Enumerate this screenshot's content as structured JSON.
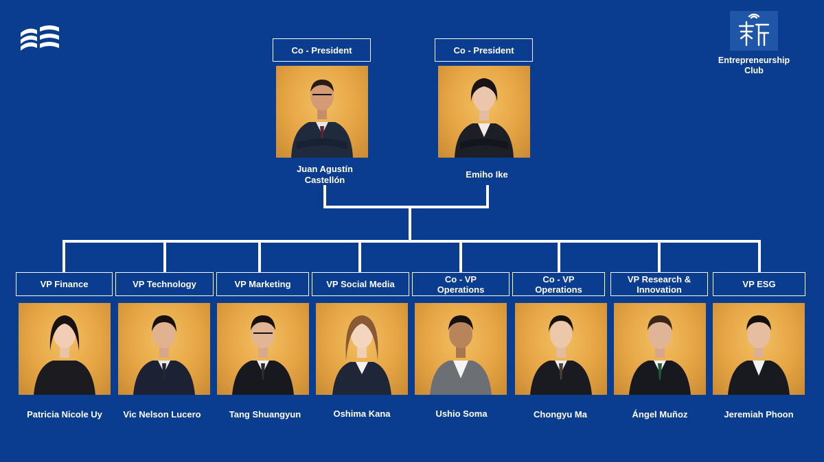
{
  "colors": {
    "background": "#0a3d8f",
    "line": "#ffffff",
    "photo_backdrop": "#e6a544"
  },
  "club": {
    "logo_left": "ide-logo-icon",
    "logo_right": "xin-character-logo-icon",
    "name": "Entrepreneurship\nClub"
  },
  "presidents": [
    {
      "role": "Co - President",
      "name": "Juan Agustín\nCastellón"
    },
    {
      "role": "Co - President",
      "name": "Emiho Ike"
    }
  ],
  "vps": [
    {
      "role": "VP Finance",
      "name": "Patricia Nicole Uy"
    },
    {
      "role": "VP Technology",
      "name": "Vic Nelson Lucero"
    },
    {
      "role": "VP Marketing",
      "name": "Tang Shuangyun"
    },
    {
      "role": "VP Social Media",
      "name": "Oshima Kana"
    },
    {
      "role": "Co - VP\nOperations",
      "name": "Ushio Soma"
    },
    {
      "role": "Co - VP\nOperations",
      "name": "Chongyu Ma"
    },
    {
      "role": "VP Research &\nInnovation",
      "name": "Ángel Muñoz"
    },
    {
      "role": "VP ESG",
      "name": "Jeremiah Phoon"
    }
  ]
}
